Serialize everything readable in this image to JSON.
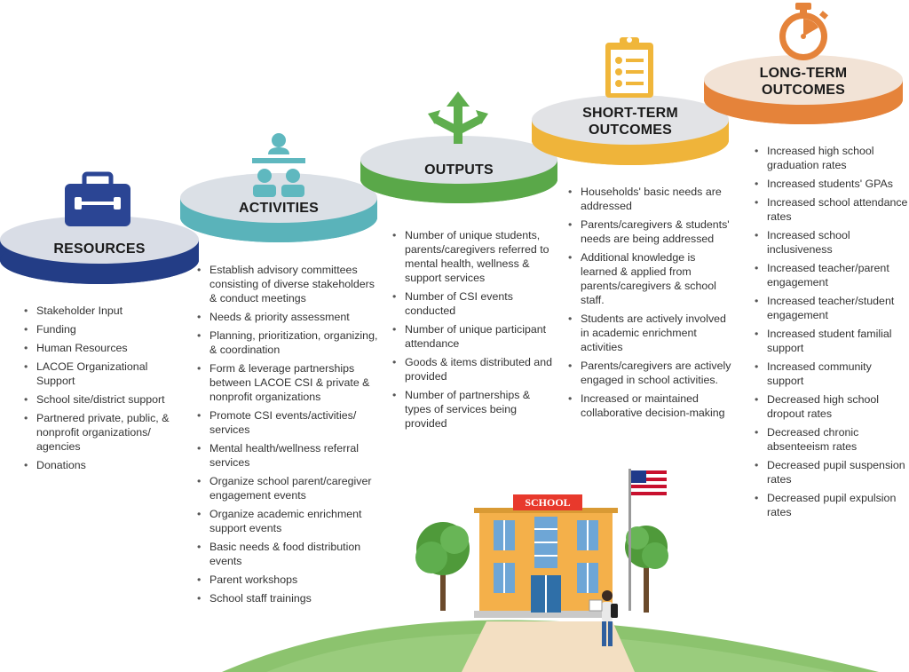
{
  "colors": {
    "resources": "#2b4594",
    "activities": "#5fb8bf",
    "outputs": "#5fae4e",
    "short_term": "#f0b63a",
    "long_term": "#e5833a",
    "ground": "#8cc36e",
    "building": "#f4b04a"
  },
  "icons": {
    "resources": "toolbox-icon",
    "activities": "meeting-icon",
    "outputs": "split-arrows-icon",
    "short_term": "clipboard-checklist-icon",
    "long_term": "stopwatch-icon"
  },
  "stages": {
    "resources": {
      "title": [
        "RESOURCES"
      ],
      "items": [
        "Stakeholder Input",
        "Funding",
        "Human Resources",
        "LACOE Organizational Support",
        "School site/district support",
        "Partnered private, public, & nonprofit organizations/ agencies",
        "Donations"
      ]
    },
    "activities": {
      "title": [
        "ACTIVITIES"
      ],
      "items": [
        "Establish advisory committees consisting of diverse stakeholders & conduct meetings",
        "Needs & priority assessment",
        "Planning, prioritization, organizing, & coordination",
        "Form & leverage partnerships between LACOE CSI & private & nonprofit organizations",
        "Promote CSI events/activities/ services",
        "Mental health/wellness referral services",
        "Organize school parent/caregiver engagement events",
        "Organize academic enrichment support events",
        "Basic needs & food distribution events",
        "Parent workshops",
        "School staff trainings"
      ]
    },
    "outputs": {
      "title": [
        "OUTPUTS"
      ],
      "items": [
        "Number of unique students, parents/caregivers referred to mental health, wellness & support services",
        "Number of CSI events conducted",
        "Number of unique participant attendance",
        "Goods & items distributed and provided",
        "Number of partnerships & types of services being provided"
      ]
    },
    "short_term": {
      "title": [
        "SHORT-TERM",
        "OUTCOMES"
      ],
      "items": [
        "Households' basic needs are addressed",
        "Parents/caregivers & students' needs are being addressed",
        "Additional knowledge is learned & applied from parents/caregivers & school staff.",
        "Students are actively involved in academic enrichment activities",
        "Parents/caregivers are actively engaged in school activities.",
        "Increased or maintained collaborative decision-making"
      ]
    },
    "long_term": {
      "title": [
        "LONG-TERM",
        "OUTCOMES"
      ],
      "items": [
        "Increased high school graduation rates",
        "Increased students' GPAs",
        "Increased school attendance rates",
        "Increased school inclusiveness",
        "Increased teacher/parent engagement",
        "Increased teacher/student engagement",
        "Increased student familial support",
        "Increased community support",
        "Decreased high school dropout rates",
        "Decreased chronic absenteeism rates",
        "Decreased pupil suspension rates",
        "Decreased pupil expulsion rates"
      ]
    }
  },
  "school_sign": "SCHOOL"
}
